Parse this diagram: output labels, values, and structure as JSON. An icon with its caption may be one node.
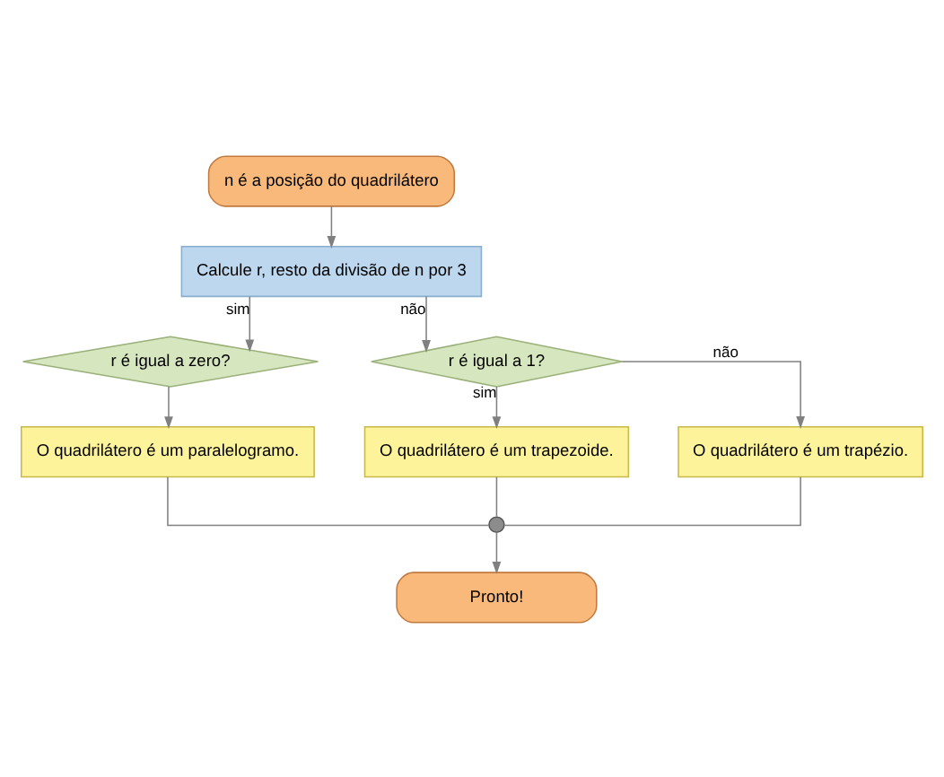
{
  "diagram": {
    "nodes": [
      {
        "text": [
          "n é a posição do quadrilátero"
        ]
      },
      {
        "text": [
          "Calcule r, resto da divisão de n por 3"
        ]
      },
      {
        "text": [
          "r é igual a zero?"
        ]
      },
      {
        "text": [
          "r é igual a 1?"
        ]
      },
      {
        "text": [
          "O quadrilátero é um paralelogramo."
        ]
      },
      {
        "text": [
          "O quadrilátero é um trapezoide."
        ]
      },
      {
        "text": [
          "O quadrilátero é um trapézio."
        ]
      },
      {
        "text": [],
        "shape": "circle"
      },
      {
        "text": [
          "Pronto!"
        ]
      }
    ],
    "edges": [
      {
        "from": 0,
        "to": 1,
        "arrow": "to"
      },
      {
        "from": 1,
        "to": 2,
        "arrow": "to",
        "label": "sim"
      },
      {
        "from": 1,
        "to": 3,
        "arrow": "to",
        "label": "não"
      },
      {
        "from": 2,
        "to": 4,
        "arrow": "to"
      },
      {
        "from": 3,
        "to": 5,
        "arrow": "to",
        "label": "sim"
      },
      {
        "from": 3,
        "to": 6,
        "arrow": "to",
        "label": "não"
      },
      {
        "from": 4,
        "to": 7,
        "arrow": "none"
      },
      {
        "from": 5,
        "to": 7,
        "arrow": "none"
      },
      {
        "from": 6,
        "to": 7,
        "arrow": "none"
      },
      {
        "from": 7,
        "to": 8,
        "arrow": "to"
      }
    ]
  }
}
